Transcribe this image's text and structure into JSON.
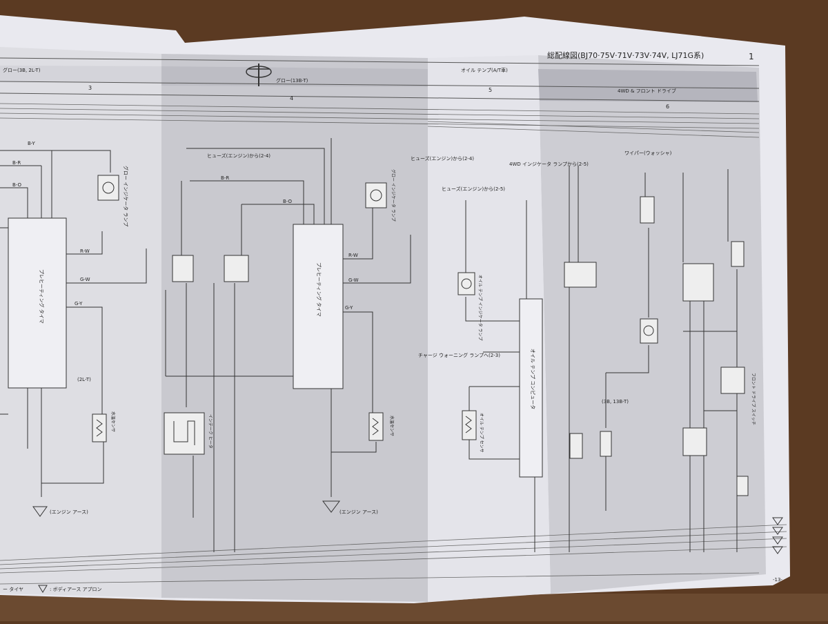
{
  "header": {
    "title": "総配線図(BJ70·75V·71V·73V·74V, LJ71G系)",
    "page_marker": "1",
    "section_left": "グロー(3B, 2L-T)",
    "section_center": "グロー(13B-T)",
    "section_oil": "オイル テンプ(A/T車)",
    "section_right": "4WD & フロント ドライブ"
  },
  "columns": {
    "c3": "3",
    "c4": "4",
    "c5": "5",
    "c6": "6"
  },
  "footer": {
    "left": "ー タイヤ",
    "legend": ": ボディアース アプロン",
    "page_no": "-13-"
  },
  "labels": {
    "by": "B-Y",
    "br_top": "B-R",
    "bo_left": "B-O",
    "rw": "R-W",
    "gw": "G-W",
    "gy": "G-Y",
    "engine_earth": "(エンジン アース)",
    "fuse_engine_a": "ヒューズ(エンジン)から(2-4)",
    "fuse_engine_b": "ヒューズ(エンジン)から(2-4)",
    "fuse_engine_c": "ヒューズ(エンジン)から(2-5)",
    "glow_lamp": "グロー インジケータ ランプ",
    "glow_timer": "プレヒーティング タイマ",
    "water_sensor": "水温センサ",
    "intake_heater": "インテーク ヒータ",
    "oil_lamp": "オイル テンプ インジケータ ランプ",
    "oil_computer": "オイル テンプ コンピュータ",
    "oil_sensor": "オイル テンプ センサ",
    "charge_warning": "チャージ ウォーニング ランプへ(2-3)",
    "twoL": "(2L-T)",
    "three_b": "(3B, 13B-T)",
    "four_wd": "4WD インジケータ ランプから(2-5)",
    "front_drive": "フロント ドライブ スイッチ",
    "wiper": "ワイパー(ウォッシャ)"
  }
}
